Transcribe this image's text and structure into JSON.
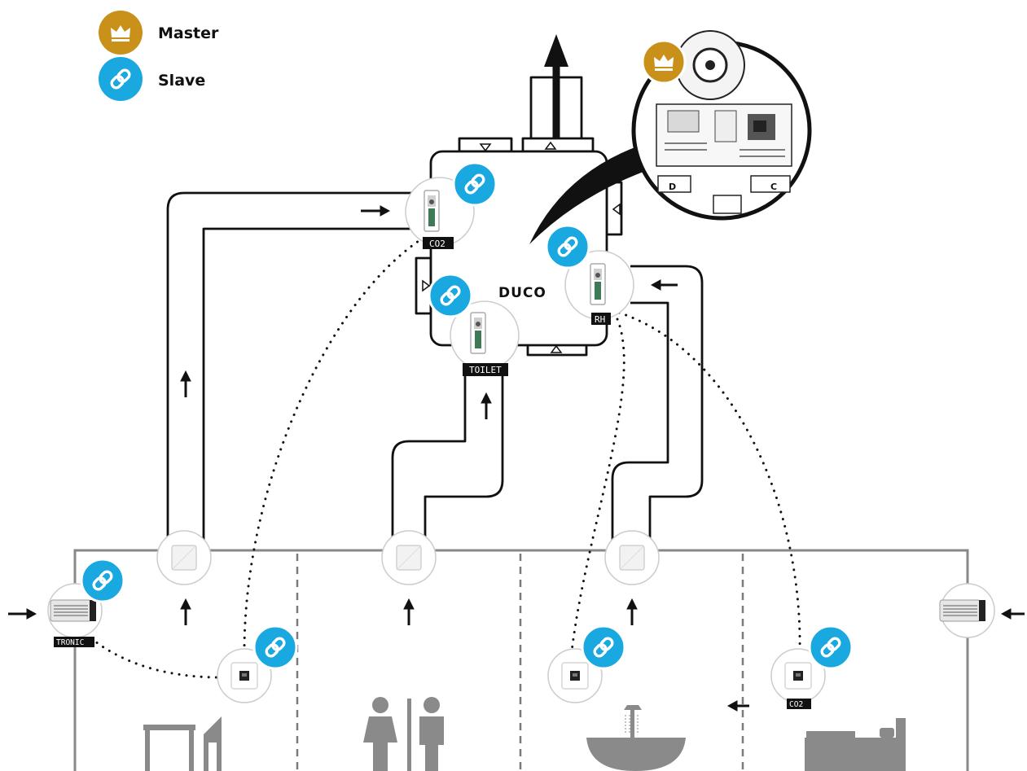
{
  "legend": {
    "master_label": "Master",
    "slave_label": "Slave"
  },
  "unit": {
    "brand_logo": "DUCO",
    "port_left_letter": "D",
    "port_right_letter": "C"
  },
  "sensor_tags": {
    "co2_main": "CO2",
    "rh": "RH",
    "toilet": "TOILET",
    "tronic": "TRONIC",
    "co2_room": "CO2"
  },
  "icons": {
    "master": "crown-icon",
    "slave": "link-icon"
  },
  "colors": {
    "master": "#c9901a",
    "slave": "#1aa8e0",
    "line": "#111111",
    "wall": "#888888",
    "room_icon": "#8a8a8a"
  }
}
